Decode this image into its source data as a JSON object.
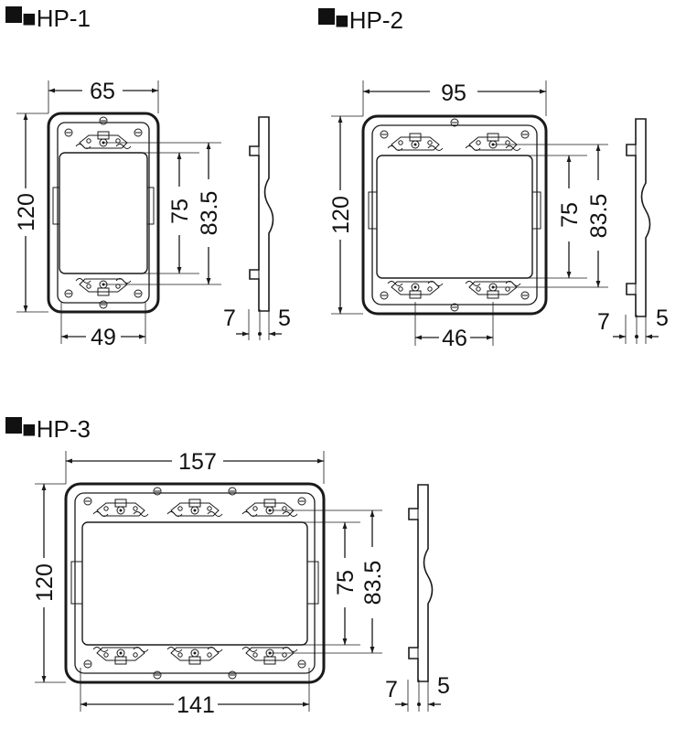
{
  "colors": {
    "ink": "#1a1a1a",
    "background": "#ffffff"
  },
  "plates": [
    {
      "title": "■HP-1",
      "dims": {
        "width": "65",
        "height": "120",
        "inner_height": "75",
        "hole_pitch": "83.5",
        "bottom_width": "49",
        "depth_left": "7",
        "depth_right": "5"
      }
    },
    {
      "title": "■HP-2",
      "dims": {
        "width": "95",
        "height": "120",
        "inner_height": "75",
        "hole_pitch": "83.5",
        "bottom_width": "46",
        "depth_left": "7",
        "depth_right": "5"
      }
    },
    {
      "title": "■HP-3",
      "dims": {
        "width": "157",
        "height": "120",
        "inner_height": "75",
        "hole_pitch": "83.5",
        "bottom_width": "141",
        "depth_left": "7",
        "depth_right": "5"
      }
    }
  ]
}
